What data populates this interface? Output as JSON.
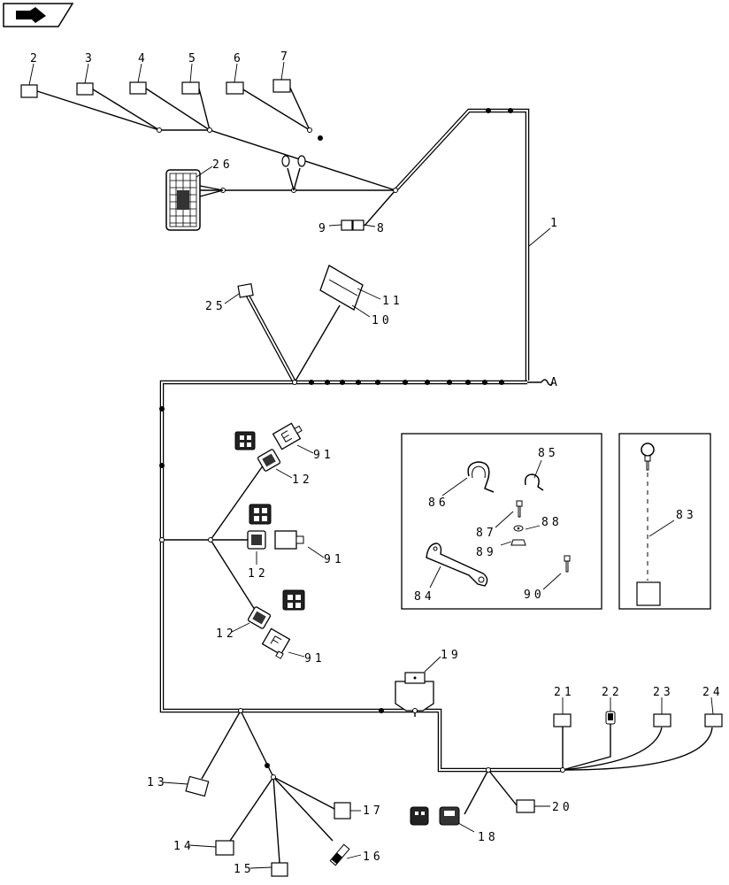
{
  "labels": {
    "l2": "2",
    "l3": "3",
    "l4": "4",
    "l5": "5",
    "l6": "6",
    "l7": "7",
    "l8": "8",
    "l9": "9",
    "l10": "10",
    "l11": "11",
    "l12a": "12",
    "l12b": "12",
    "l12c": "12",
    "l13": "13",
    "l14": "14",
    "l15": "15",
    "l16": "16",
    "l17": "17",
    "l18": "18",
    "l19": "19",
    "l20": "20",
    "l21": "21",
    "l22": "22",
    "l23": "23",
    "l24": "24",
    "l25": "25",
    "l26": "26",
    "l83": "83",
    "l84": "84",
    "l85": "85",
    "l86": "86",
    "l87": "87",
    "l88": "88",
    "l89": "89",
    "l90": "90",
    "l91a": "91",
    "l91b": "91",
    "l91c": "91",
    "l1": "1",
    "lA": "A"
  },
  "icons": {
    "nav": "hand-arrow-icon"
  }
}
